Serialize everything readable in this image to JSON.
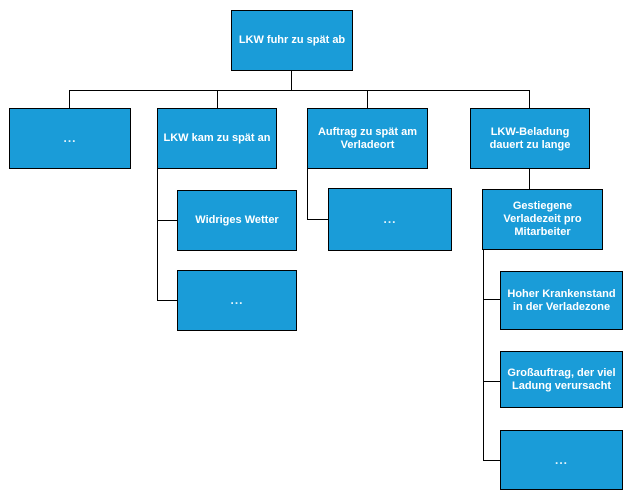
{
  "diagram": {
    "type": "cause-tree",
    "colors": {
      "node_fill": "#1A9CD8",
      "node_border": "#000000",
      "node_text": "#FFFFFF",
      "connector": "#000000",
      "background": "#FFFFFF"
    },
    "nodes": {
      "root": {
        "label": "LKW fuhr zu spät ab"
      },
      "level2_ellipsis": {
        "label": "..."
      },
      "lkw_kam_zu_spaet_an": {
        "label": "LKW kam zu spät an"
      },
      "auftrag_zu_spaet_am_verladeort": {
        "label": "Auftrag zu spät am Verladeort"
      },
      "lkw_beladung_dauert_zu_lange": {
        "label": "LKW-Beladung dauert zu lange"
      },
      "widriges_wetter": {
        "label": "Widriges Wetter"
      },
      "lkw_kam_ellipsis": {
        "label": "..."
      },
      "auftrag_ellipsis": {
        "label": "..."
      },
      "gestiegene_verladezeit_pro_mitarbeiter": {
        "label": "Gestiegene Verladezeit pro Mitarbeiter"
      },
      "hoher_krankenstand_in_der_verladezone": {
        "label": "Hoher Krankenstand in der Verladezone"
      },
      "grossauftrag_der_viel_ladung_verursacht": {
        "label": "Großauftrag, der viel Ladung verursacht"
      },
      "beladung_ellipsis": {
        "label": "..."
      }
    },
    "edges": [
      {
        "from": "root",
        "to": "level2_ellipsis"
      },
      {
        "from": "root",
        "to": "lkw_kam_zu_spaet_an"
      },
      {
        "from": "root",
        "to": "auftrag_zu_spaet_am_verladeort"
      },
      {
        "from": "root",
        "to": "lkw_beladung_dauert_zu_lange"
      },
      {
        "from": "lkw_kam_zu_spaet_an",
        "to": "widriges_wetter"
      },
      {
        "from": "lkw_kam_zu_spaet_an",
        "to": "lkw_kam_ellipsis"
      },
      {
        "from": "auftrag_zu_spaet_am_verladeort",
        "to": "auftrag_ellipsis"
      },
      {
        "from": "lkw_beladung_dauert_zu_lange",
        "to": "gestiegene_verladezeit_pro_mitarbeiter"
      },
      {
        "from": "gestiegene_verladezeit_pro_mitarbeiter",
        "to": "hoher_krankenstand_in_der_verladezone"
      },
      {
        "from": "gestiegene_verladezeit_pro_mitarbeiter",
        "to": "grossauftrag_der_viel_ladung_verursacht"
      },
      {
        "from": "gestiegene_verladezeit_pro_mitarbeiter",
        "to": "beladung_ellipsis"
      }
    ]
  }
}
